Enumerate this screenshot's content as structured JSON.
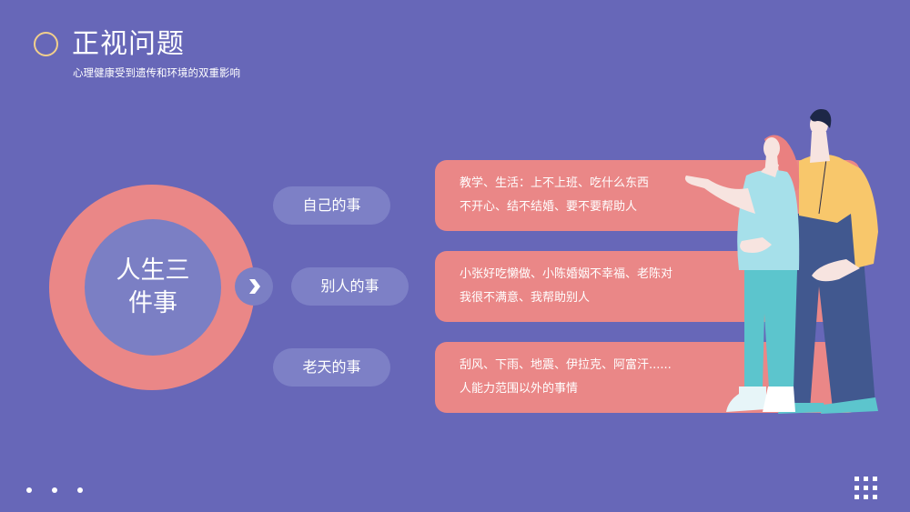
{
  "header": {
    "title": "正视问题",
    "subtitle": "心理健康受到遗传和环境的双重影响",
    "accent_circle_color": "#f1cf8c"
  },
  "center": {
    "label": "人生三件事",
    "ring_color": "#ea8787",
    "core_color": "#7b7fc4"
  },
  "arrow": {
    "icon": "chevron-right-icon"
  },
  "categories": [
    {
      "label": "自己的事"
    },
    {
      "label": "别人的事"
    },
    {
      "label": "老天的事"
    }
  ],
  "cards": [
    {
      "lines": [
        "教学、生活：上不上班、吃什么东西",
        "不开心、结不结婚、要不要帮助人"
      ]
    },
    {
      "lines": [
        "小张好吃懒做、小陈婚姻不幸福、老陈对",
        "我很不满意、我帮助别人"
      ]
    },
    {
      "lines": [
        "刮风、下雨、地震、伊拉克、阿富汗......",
        "人能力范围以外的事情"
      ]
    }
  ],
  "colors": {
    "background": "#6767b8",
    "card": "#ea8787",
    "pill": "#7d80c6",
    "text": "#ffffff"
  },
  "decor": {
    "bottom_left": "three-dots",
    "bottom_right": "dot-grid-icon"
  }
}
